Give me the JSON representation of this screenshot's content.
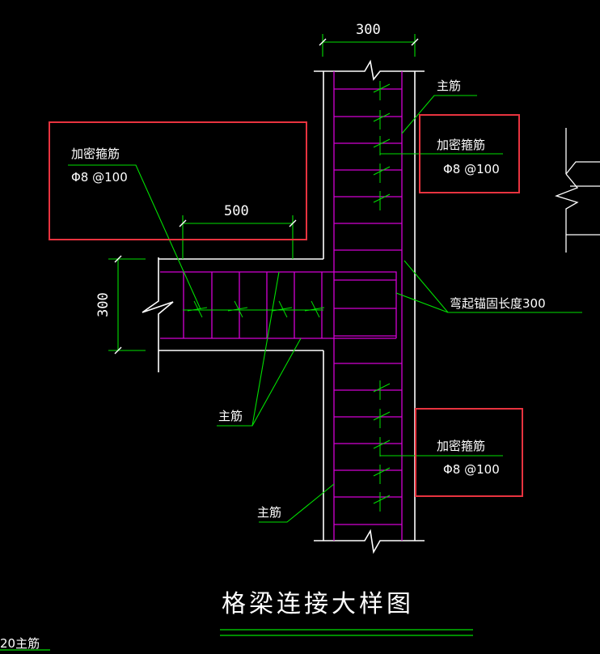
{
  "colors": {
    "background": "#000000",
    "outline": "#ffffff",
    "rebar": "#d400d4",
    "leader": "#00e000",
    "highlight": "#e8333f",
    "text": "#ffffff"
  },
  "dimensions": {
    "column_width": "300",
    "beam_depth": "300",
    "dense_zone_length": "500"
  },
  "labels": {
    "main_bar_right_top": "主筋",
    "main_bar_beam": "主筋",
    "main_bar_bottom": "主筋",
    "dense_stirrup_beam": "加密箍筋",
    "dense_stirrup_beam_spec": "Φ8 @100",
    "dense_stirrup_col_top": "加密箍筋",
    "dense_stirrup_col_top_spec": "Φ8 @100",
    "dense_stirrup_col_bottom": "加密箍筋",
    "dense_stirrup_col_bottom_spec": "Φ8 @100",
    "bent_anchor": "弯起锚固长度300",
    "title": "格梁连接大样图",
    "corner_note": "20主筋"
  }
}
